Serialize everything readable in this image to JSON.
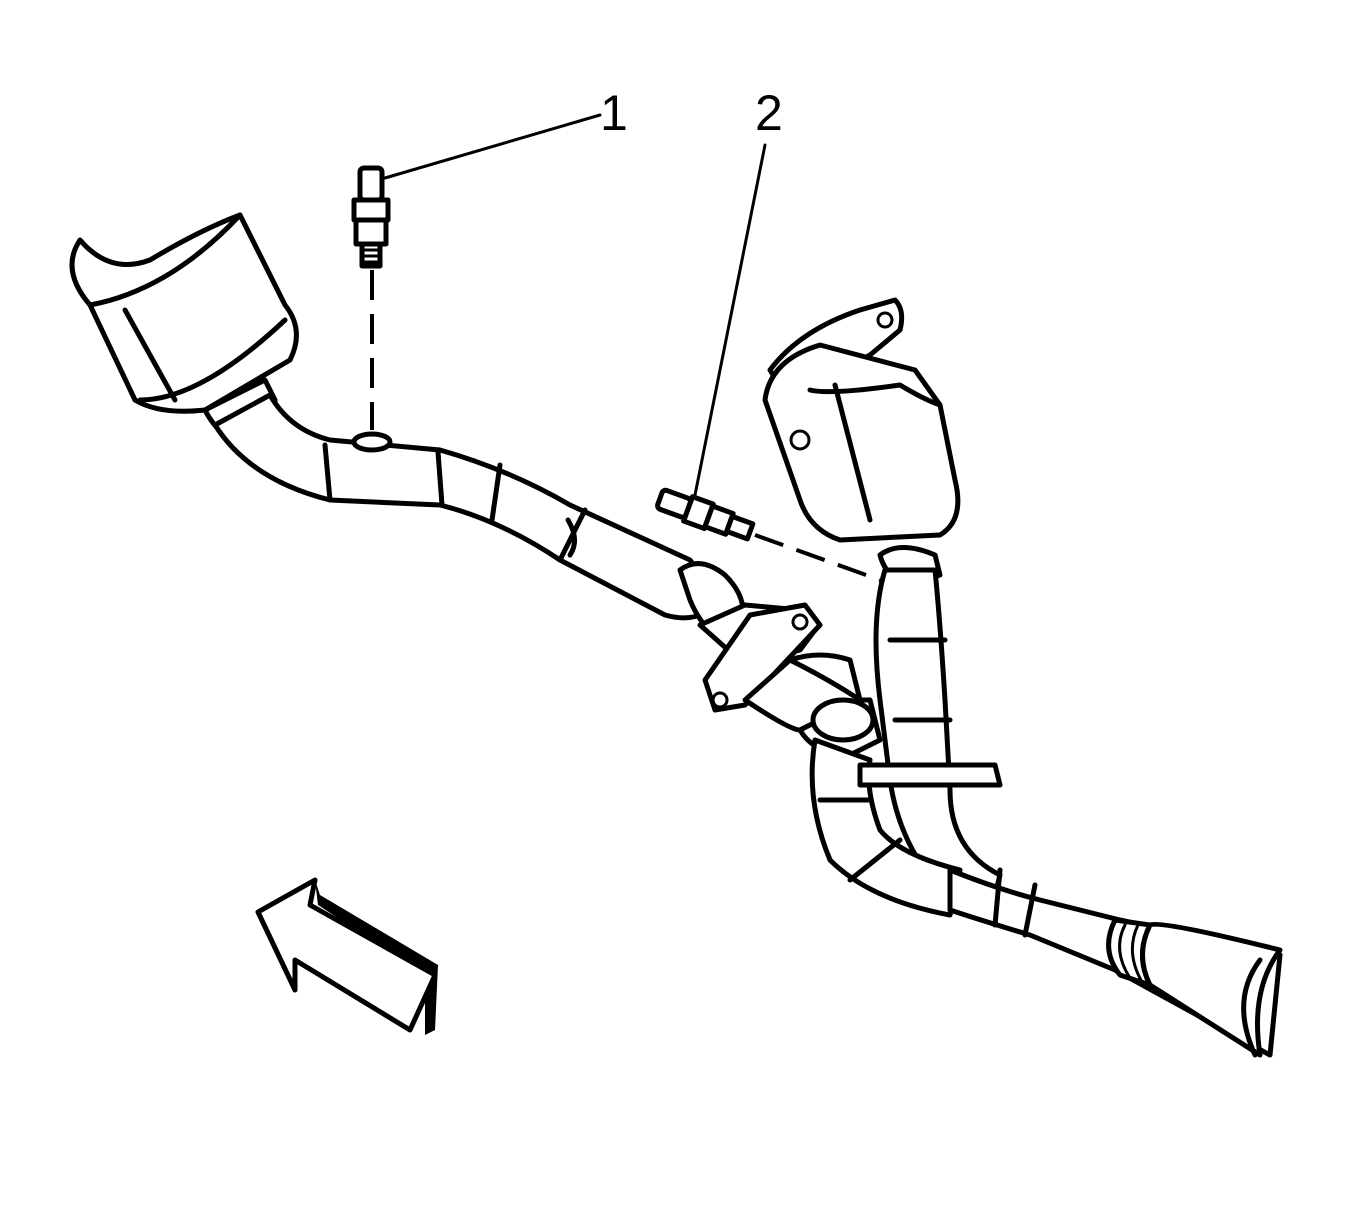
{
  "callouts": [
    {
      "id": "1",
      "label": "1"
    },
    {
      "id": "2",
      "label": "2"
    }
  ],
  "colors": {
    "line": "#000000",
    "background": "#ffffff"
  },
  "icons": {
    "direction_arrow": "front-direction-arrow-icon"
  }
}
